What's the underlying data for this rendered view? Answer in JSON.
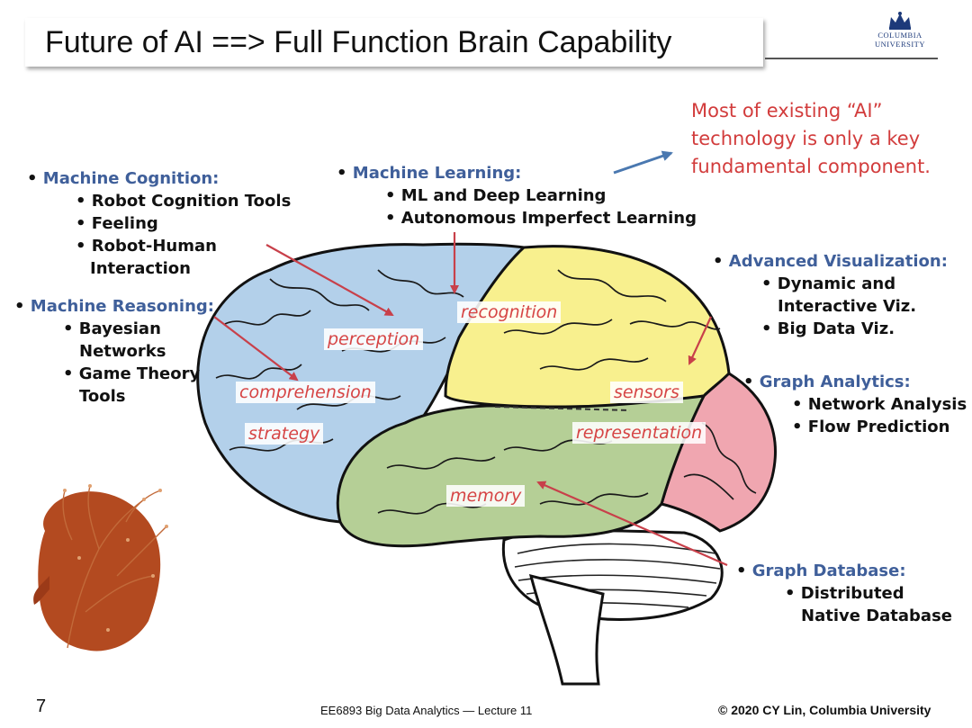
{
  "title": "Future of AI ==> Full Function Brain Capability",
  "logo": {
    "line1": "COLUMBIA",
    "line2": "UNIVERSITY"
  },
  "note": [
    "Most of existing “AI”",
    "technology is only a key",
    "fundamental component."
  ],
  "sections": {
    "machine_cognition": {
      "heading": "Machine Cognition:",
      "items": [
        "Robot Cognition Tools",
        "Feeling",
        "Robot-Human",
        "Interaction"
      ]
    },
    "machine_learning": {
      "heading": "Machine Learning:",
      "items": [
        "ML and Deep Learning",
        "Autonomous Imperfect Learning"
      ]
    },
    "machine_reasoning": {
      "heading": "Machine Reasoning:",
      "items": [
        "Bayesian",
        "Networks",
        "Game Theory",
        "Tools"
      ]
    },
    "advanced_visualization": {
      "heading": "Advanced Visualization:",
      "items": [
        "Dynamic and",
        "Interactive Viz.",
        "Big Data Viz."
      ]
    },
    "graph_analytics": {
      "heading": "Graph Analytics:",
      "items": [
        "Network Analysis",
        "Flow Prediction"
      ]
    },
    "graph_database": {
      "heading": "Graph Database:",
      "items": [
        "Distributed",
        "Native Database"
      ]
    }
  },
  "brain_regions": {
    "perception": "perception",
    "recognition": "recognition",
    "comprehension": "comprehension",
    "strategy": "strategy",
    "sensors": "sensors",
    "representation": "representation",
    "memory": "memory"
  },
  "footer": {
    "page_number": "7",
    "course": "EE6893 Big Data Analytics — Lecture 11",
    "copyright": "© 2020 CY Lin, Columbia University"
  },
  "colors": {
    "heading_blue": "#3f5f9a",
    "note_red": "#d23c3c",
    "region_label_red": "#d64545",
    "arrow_red": "#c8404a",
    "arrow_blue": "#4a78b0",
    "lobe_blue": "#b3d0ea",
    "lobe_yellow": "#f8f08e",
    "lobe_green": "#b5cf96",
    "lobe_pink": "#f0a6b0"
  }
}
